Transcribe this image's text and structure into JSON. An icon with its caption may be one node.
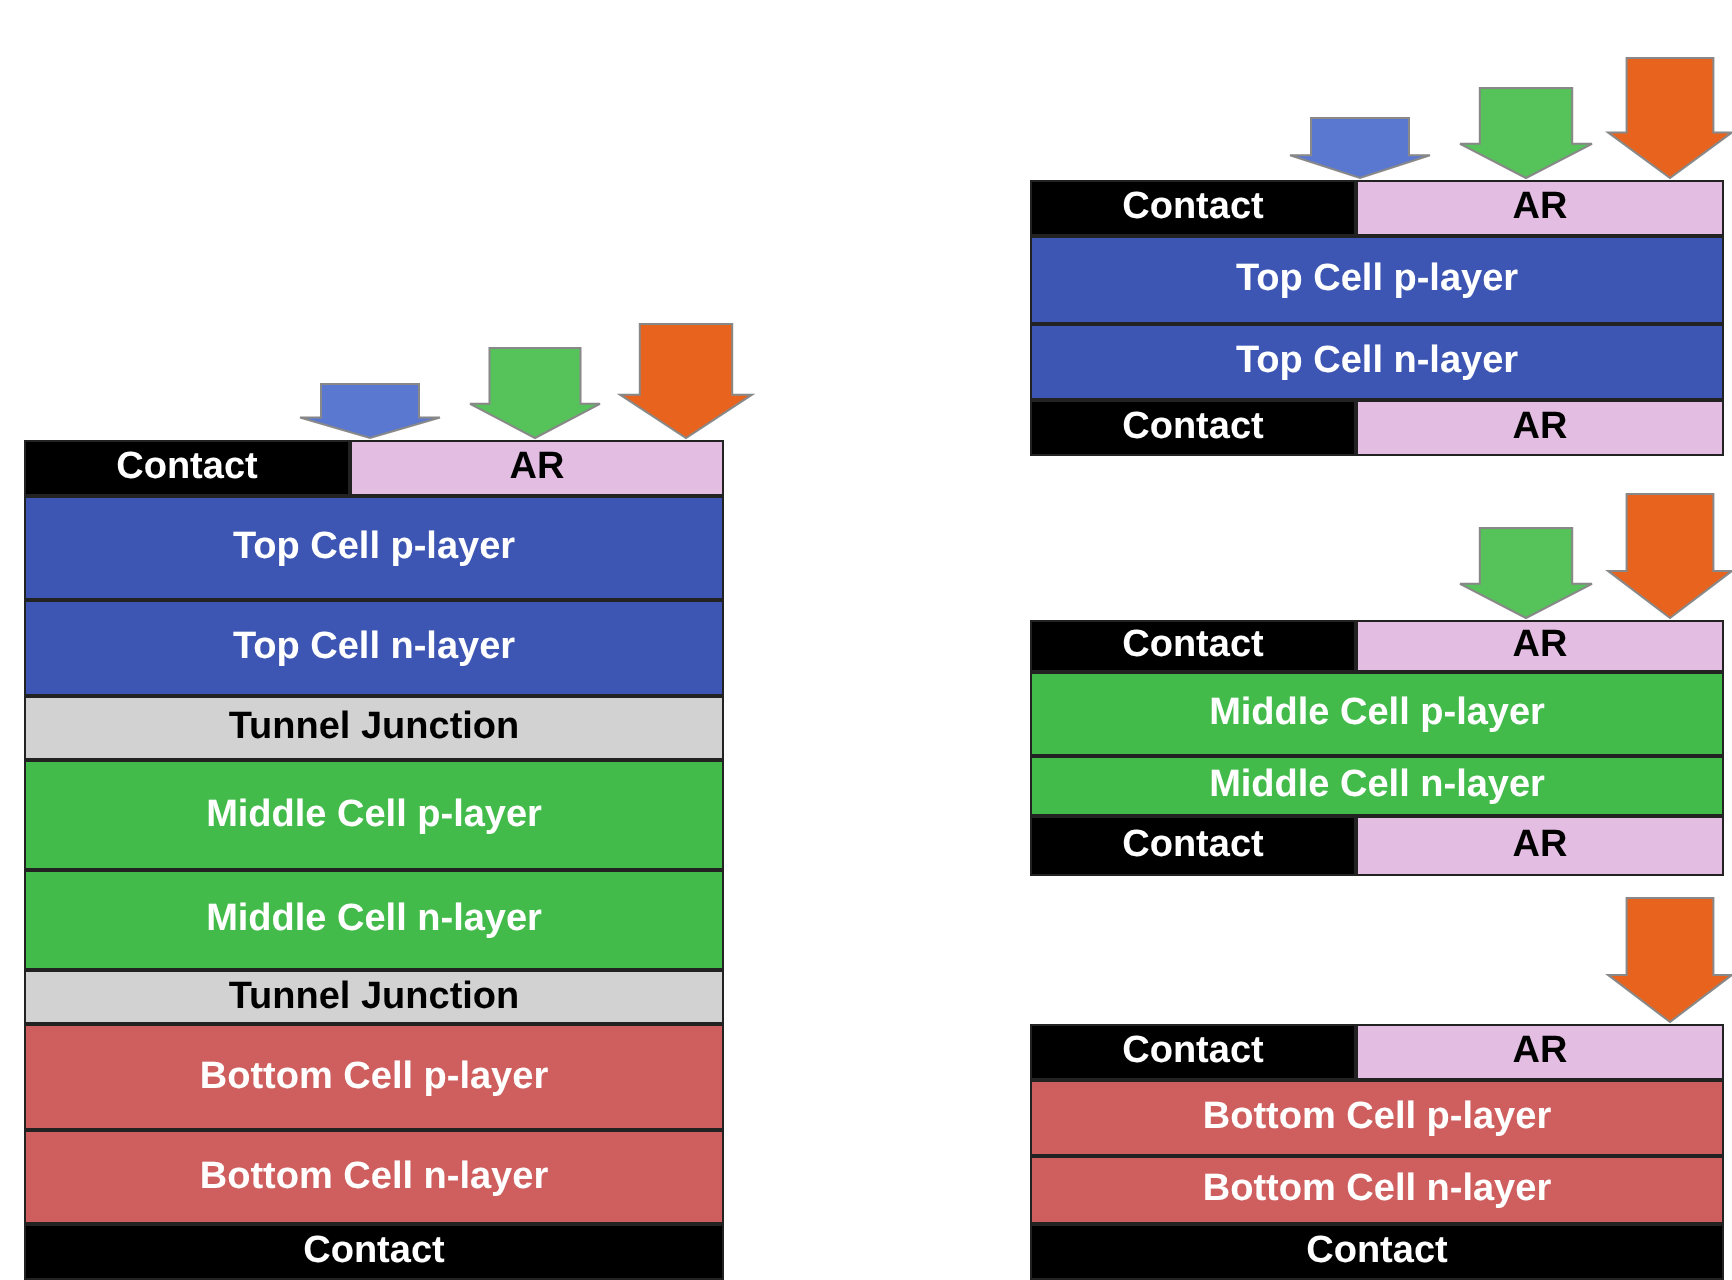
{
  "diagram": {
    "nodes": [
      {
        "text": [
          "Contact"
        ]
      },
      {
        "text": [
          "AR"
        ]
      },
      {
        "text": [
          "Top Cell p-layer"
        ]
      },
      {
        "text": [
          "Top Cell n-layer"
        ]
      },
      {
        "text": [
          "Tunnel Junction"
        ]
      },
      {
        "text": [
          "Middle Cell p-layer"
        ]
      },
      {
        "text": [
          "Middle Cell n-layer"
        ]
      },
      {
        "text": [
          "Tunnel Junction"
        ]
      },
      {
        "text": [
          "Bottom Cell p-layer"
        ]
      },
      {
        "text": [
          "Bottom Cell n-layer"
        ]
      },
      {
        "text": [
          "Contact"
        ]
      },
      {
        "text": [
          "Contact"
        ]
      },
      {
        "text": [
          "AR"
        ]
      },
      {
        "text": [
          "Top Cell p-layer"
        ]
      },
      {
        "text": [
          "Top Cell n-layer"
        ]
      },
      {
        "text": [
          "Contact"
        ]
      },
      {
        "text": [
          "AR"
        ]
      },
      {
        "text": [
          "Contact"
        ]
      },
      {
        "text": [
          "AR"
        ]
      },
      {
        "text": [
          "Middle Cell p-layer"
        ]
      },
      {
        "text": [
          "Middle Cell n-layer"
        ]
      },
      {
        "text": [
          "Contact"
        ]
      },
      {
        "text": [
          "AR"
        ]
      },
      {
        "text": [
          "Contact"
        ]
      },
      {
        "text": [
          "AR"
        ]
      },
      {
        "text": [
          "Bottom Cell p-layer"
        ]
      },
      {
        "text": [
          "Bottom Cell n-layer"
        ]
      },
      {
        "text": [
          "Contact"
        ]
      }
    ],
    "edges": [
      {
        "from": null,
        "to": 1,
        "arrow": "to",
        "color": "#5a78d0"
      },
      {
        "from": null,
        "to": 1,
        "arrow": "to",
        "color": "#55c25a"
      },
      {
        "from": null,
        "to": 1,
        "arrow": "to",
        "color": "#e8641e"
      },
      {
        "from": null,
        "to": 12,
        "arrow": "to",
        "color": "#5a78d0"
      },
      {
        "from": null,
        "to": 12,
        "arrow": "to",
        "color": "#55c25a"
      },
      {
        "from": null,
        "to": 12,
        "arrow": "to",
        "color": "#e8641e"
      },
      {
        "from": null,
        "to": 18,
        "arrow": "to",
        "color": "#55c25a"
      },
      {
        "from": null,
        "to": 18,
        "arrow": "to",
        "color": "#e8641e"
      },
      {
        "from": null,
        "to": 24,
        "arrow": "to",
        "color": "#e8641e"
      }
    ]
  }
}
